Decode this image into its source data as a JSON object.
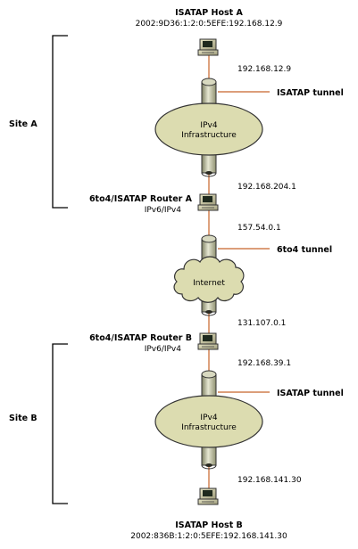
{
  "host_a": {
    "title": "ISATAP Host A",
    "address": "2002:9D36:1:2:0:5EFE:192.168.12.9"
  },
  "host_b": {
    "title": "ISATAP Host B",
    "address": "2002:836B:1:2:0:5EFE:192.168.141.30"
  },
  "router_a": {
    "title": "6to4/ISATAP Router A",
    "subtitle": "IPv6/IPv4"
  },
  "router_b": {
    "title": "6to4/ISATAP Router B",
    "subtitle": "IPv6/IPv4"
  },
  "sites": {
    "a": "Site A",
    "b": "Site B"
  },
  "clouds": {
    "ipv4_a": {
      "line1": "IPv4",
      "line2": "Infrastructure"
    },
    "internet": "Internet",
    "ipv4_b": {
      "line1": "IPv4",
      "line2": "Infrastructure"
    }
  },
  "tunnels": {
    "isatap_a": "ISATAP tunnel",
    "sixto4": "6to4 tunnel",
    "isatap_b": "ISATAP tunnel"
  },
  "addresses": {
    "host_a_ipv4": "192.168.12.9",
    "router_a_private": "192.168.204.1",
    "router_a_public": "157.54.0.1",
    "router_b_public": "131.107.0.1",
    "router_b_private": "192.168.39.1",
    "host_b_ipv4": "192.168.141.30"
  },
  "colors": {
    "link": "#c8642a",
    "tunnel_fill": "#c9cbb0",
    "cloud_fill": "#dcdcb0",
    "bracket": "#000000"
  }
}
